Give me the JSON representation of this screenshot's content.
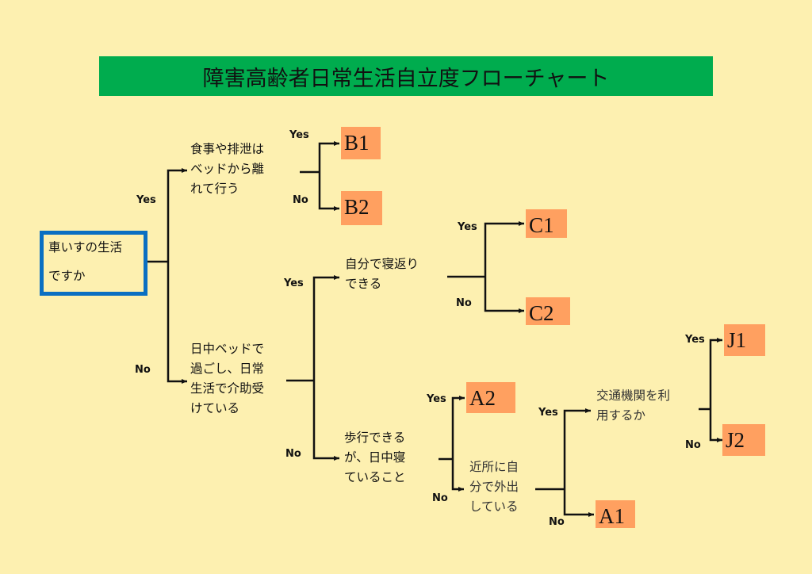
{
  "title": "障害高齢者日常生活自立度フローチャート",
  "start": {
    "line1": "車いすの生活",
    "line2": "ですか"
  },
  "questions": {
    "q_bed_leave": "食事や排泄は\nベッドから離\nれて行う",
    "q_daytime_bed": "日中ベッドで\n過ごし、日常\n生活で介助受\nけている",
    "q_roll_over": "自分で寝返り\nできる",
    "q_walk": "歩行できる\nが、日中寝\nていること",
    "q_go_out": "近所に自\n分で外出\nしている",
    "q_transport": "交通機関を利\n用するか"
  },
  "labels": {
    "yes": "Yes",
    "no": "No"
  },
  "results": {
    "B1": "B1",
    "B2": "B2",
    "C1": "C1",
    "C2": "C2",
    "A2": "A2",
    "A1": "A1",
    "J1": "J1",
    "J2": "J2"
  },
  "colors": {
    "title_bg": "#00ac4e",
    "result_bg": "#ffa060",
    "start_border": "#0a6fc2",
    "page_bg": "#fdf0b0"
  }
}
